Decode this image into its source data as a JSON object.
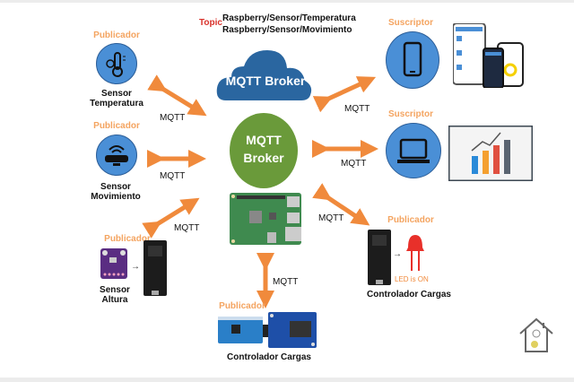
{
  "topic": {
    "label": "Topic",
    "lines": [
      "Raspberry/Sensor/Temperatura",
      "Raspberry/Sensor/Movimiento"
    ]
  },
  "cloud_broker": {
    "label": "MQTT Broker"
  },
  "central_broker": {
    "line1": "MQTT",
    "line2": "Broker"
  },
  "protocol_label": "MQTT",
  "nodes": {
    "sensor_temperatura": {
      "role": "Publicador",
      "line1": "Sensor",
      "line2": "Temperatura",
      "icon": "thermometer-icon"
    },
    "sensor_movimiento": {
      "role": "Publicador",
      "line1": "Sensor",
      "line2": "Movimiento",
      "icon": "motion-sensor-icon"
    },
    "sensor_altura": {
      "role": "Publicador",
      "line1": "Sensor",
      "line2": "Altura",
      "icon": "altitude-sensor-board"
    },
    "controlador_cargas_bottom": {
      "role": "Publicador",
      "label": "Controlador  Cargas"
    },
    "controlador_cargas_right": {
      "role": "Publicador",
      "label": "Controlador  Cargas",
      "led_text": "LED is ON"
    },
    "suscriptor_phone": {
      "role": "Suscriptor",
      "icon": "smartphone-icon"
    },
    "suscriptor_laptop": {
      "role": "Suscriptor",
      "icon": "laptop-icon"
    }
  },
  "colors": {
    "orange": "#f08a3c",
    "broker_green": "#6a9a3a",
    "cloud_blue": "#2a66a0",
    "node_blue": "#4a8fd6",
    "topic_red": "#d9322b",
    "role_orange": "#f4a460"
  }
}
